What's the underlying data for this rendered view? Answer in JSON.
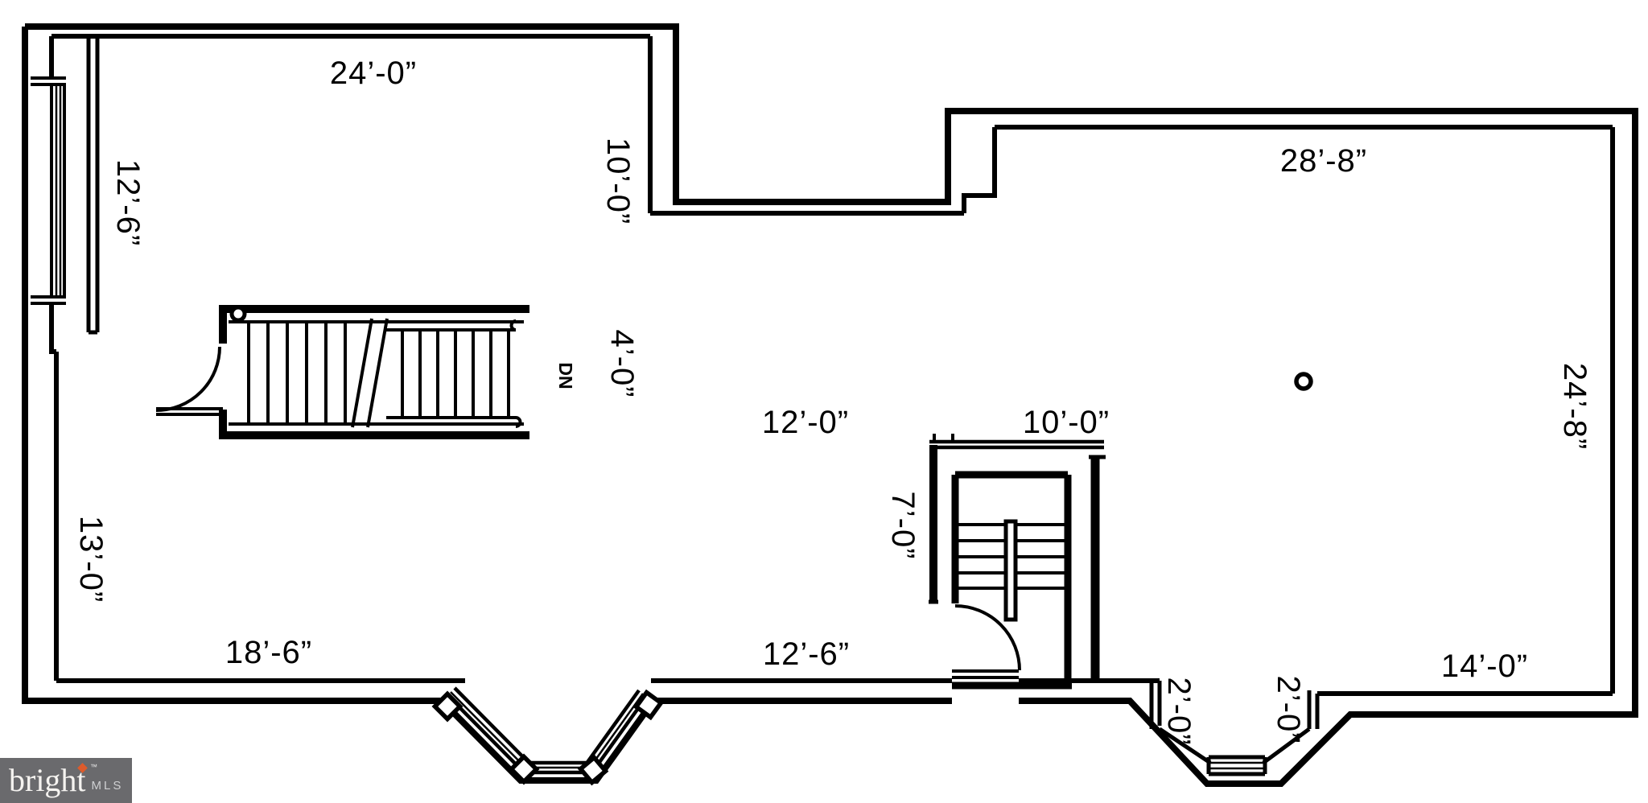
{
  "page": {
    "background": "#ffffff",
    "line_color": "#000000"
  },
  "dimensions": {
    "room_a_top_width": "24’-0”",
    "left_window_height": "12’-6”",
    "room_a_right_height": "10’-0”",
    "room_b_top_width": "28’-8”",
    "stair_end_clearance": "4’-0”",
    "middle_opening_width": "12’-0”",
    "stair_room_width": "10’-0”",
    "room_b_right_height": "24’-8”",
    "stair_room_height": "7’-0”",
    "left_lower_height": "13’-0”",
    "bottom_left_width": "18’-6”",
    "bottom_middle_width": "12’-6”",
    "bottom_right_width": "14’-0”",
    "bay_left_side_depth": "2’-0”",
    "bay_right_side_depth": "2’-0”"
  },
  "stairs": {
    "main_direction_label": "DN"
  },
  "logo": {
    "brand": "bright",
    "trademark": "™",
    "suffix": "MLS",
    "background_color": "#6a6a6d",
    "accent_color": "#dd5b2c",
    "brand_color": "#f5f3f0",
    "suffix_color": "#cfd0d2"
  }
}
